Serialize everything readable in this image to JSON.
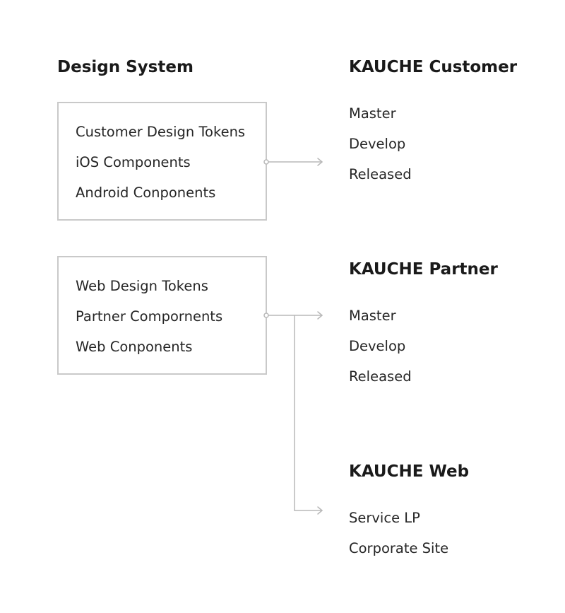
{
  "design_system": {
    "title": "Design System",
    "groups": [
      {
        "items": [
          "Customer Design Tokens",
          "iOS Components",
          "Android Conponents"
        ]
      },
      {
        "items": [
          "Web Design Tokens",
          "Partner Compornents",
          "Web Conponents"
        ]
      }
    ]
  },
  "targets": [
    {
      "title": "KAUCHE Customer",
      "items": [
        "Master",
        "Develop",
        "Released"
      ]
    },
    {
      "title": "KAUCHE Partner",
      "items": [
        "Master",
        "Develop",
        "Released"
      ]
    },
    {
      "title": "KAUCHE Web",
      "items": [
        "Service LP",
        "Corporate Site"
      ]
    }
  ],
  "colors": {
    "connector": "#b8b8b8",
    "box_border": "#c9c9c9",
    "text": "#262626"
  }
}
